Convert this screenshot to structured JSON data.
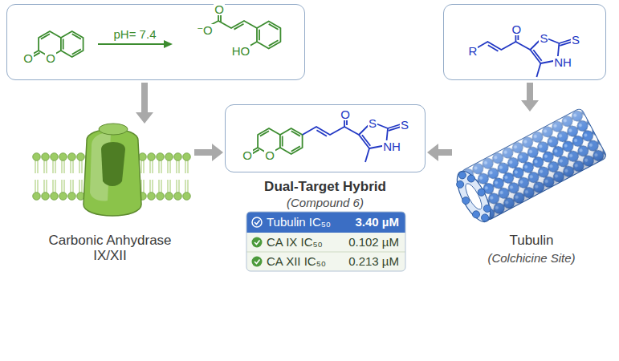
{
  "diagram": {
    "nodes": [
      {
        "text": [
          "O",
          "O",
          "pH= 7.4",
          "⁻O",
          "O",
          "HO"
        ]
      },
      {
        "text": [
          "O",
          "R",
          "S",
          "S",
          "NH"
        ]
      },
      {
        "text": [
          "Carbonic Anhydrase IX/XII"
        ]
      },
      {
        "text": [
          "O",
          "O",
          "O",
          "S",
          "S",
          "NH"
        ]
      },
      {
        "text": [
          "Tubulin",
          "(Colchicine Site)"
        ]
      },
      {
        "text": [
          "Tubulin IC₅₀",
          "3.40 µM"
        ]
      },
      {
        "text": [
          "CA IX IC₅₀",
          "0.102 µM"
        ]
      },
      {
        "text": [
          "CA XII IC₅₀",
          "0.213 µM"
        ]
      }
    ],
    "edges": [
      {
        "from": 0,
        "to": 2,
        "arrow": "to"
      },
      {
        "from": 1,
        "to": 4,
        "arrow": "to"
      },
      {
        "from": 2,
        "to": 3,
        "arrow": "to"
      },
      {
        "from": 4,
        "to": 3,
        "arrow": "to"
      }
    ],
    "labels": [
      "Dual-Target Hybrid",
      "(Compound 6)"
    ]
  }
}
